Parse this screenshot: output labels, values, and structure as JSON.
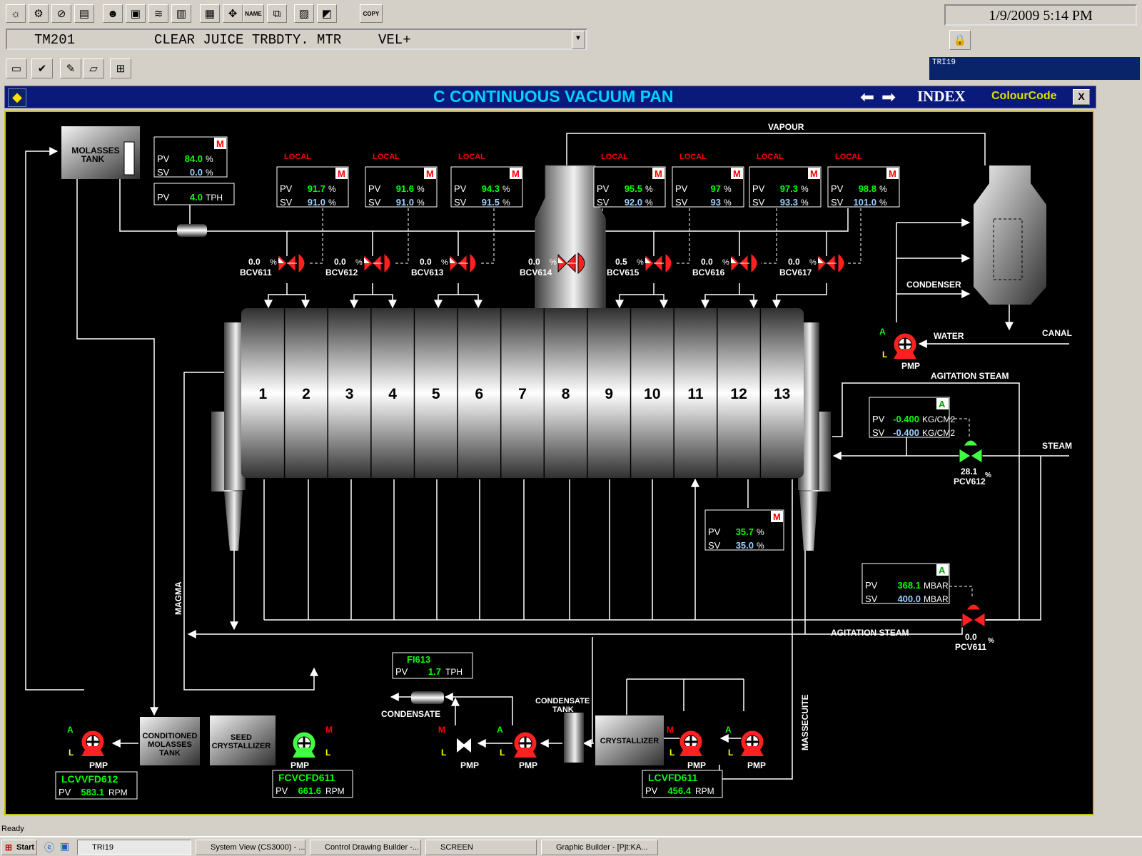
{
  "toolbar": {
    "copy_label": "COPY",
    "name_label": "NAME"
  },
  "tagbar": {
    "tag": "TM201",
    "description": "CLEAR JUICE TRBDTY. MTR",
    "suffix": "VEL+"
  },
  "clock": "1/9/2009 5:14 PM",
  "network_tab": "TRI19",
  "titlebar": {
    "title": "C CONTINUOUS VACUUM PAN",
    "index": "INDEX",
    "colour_code": "ColourCode",
    "close": "X"
  },
  "labels": {
    "vapour": "VAPOUR",
    "condenser": "CONDENSER",
    "water": "WATER",
    "canal": "CANAL",
    "agitation_steam_top": "AGITATION STEAM",
    "agitation_steam_bottom": "AGITATION STEAM",
    "steam": "STEAM",
    "magma": "MAGMA",
    "massecuite": "MASSECUITE",
    "condensate": "CONDENSATE",
    "condensate_tank_1": "CONDENSATE",
    "condensate_tank_2": "TANK",
    "molasses_tank_1": "MOLASSES",
    "molasses_tank_2": "TANK",
    "cond_molasses_1": "CONDITIONED",
    "cond_molasses_2": "MOLASSES",
    "cond_molasses_3": "TANK",
    "seed_cryst_1": "SEED",
    "seed_cryst_2": "CRYSTALLIZER",
    "crystallizer": "CRYSTALLIZER",
    "pmp": "PMP",
    "local": "LOCAL",
    "pv": "PV",
    "sv": "SV",
    "mode_m": "M",
    "mode_a": "A",
    "pct": "%",
    "mode_l": "L"
  },
  "sections": [
    "1",
    "2",
    "3",
    "4",
    "5",
    "6",
    "7",
    "8",
    "9",
    "10",
    "11",
    "12",
    "13"
  ],
  "molasses_face": {
    "pv": "84.0",
    "sv": "0.0",
    "unit": "%",
    "mode": "M"
  },
  "molasses_flow": {
    "pv": "4.0",
    "unit": "TPH"
  },
  "bcv_faceplates": [
    {
      "pv": "91.7",
      "sv": "91.0",
      "unit": "%",
      "mode": "M",
      "local": "LOCAL"
    },
    {
      "pv": "91.6",
      "sv": "91.0",
      "unit": "%",
      "mode": "M",
      "local": "LOCAL"
    },
    {
      "pv": "94.3",
      "sv": "91.5",
      "unit": "%",
      "mode": "M",
      "local": "LOCAL"
    },
    {
      "pv": "95.5",
      "sv": "92.0",
      "unit": "%",
      "mode": "M",
      "local": "LOCAL"
    },
    {
      "pv": "97",
      "sv": "93",
      "unit": "%",
      "mode": "M",
      "local": "LOCAL"
    },
    {
      "pv": "97.3",
      "sv": "93.3",
      "unit": "%",
      "mode": "M",
      "local": "LOCAL"
    },
    {
      "pv": "98.8",
      "sv": "101.0",
      "unit": "%",
      "mode": "M",
      "local": "LOCAL"
    }
  ],
  "bcv_valves": [
    {
      "tag": "BCV611",
      "value": "0.0"
    },
    {
      "tag": "BCV612",
      "value": "0.0"
    },
    {
      "tag": "BCV613",
      "value": "0.0"
    },
    {
      "tag": "BCV614",
      "value": "0.0"
    },
    {
      "tag": "BCV615",
      "value": "0.5"
    },
    {
      "tag": "BCV616",
      "value": "0.0"
    },
    {
      "tag": "BCV617",
      "value": "0.0"
    }
  ],
  "pressure_face": {
    "pv": "-0.400",
    "sv": "-0.400",
    "unit": "KG/CM2",
    "mode": "A"
  },
  "pcv612": {
    "tag": "PCV612",
    "value": "28.1"
  },
  "level_face": {
    "pv": "35.7",
    "sv": "35.0",
    "unit": "%",
    "mode": "M"
  },
  "vacuum_face": {
    "pv": "368.1",
    "sv": "400.0",
    "unit": "MBAR",
    "mode": "A"
  },
  "pcv611": {
    "tag": "PCV611",
    "value": "0.0"
  },
  "fi613": {
    "tag": "FI613",
    "pv": "1.7",
    "unit": "TPH"
  },
  "lcvvfd612": {
    "tag": "LCVVFD612",
    "pv": "583.1",
    "unit": "RPM"
  },
  "fcvcfd611": {
    "tag": "FCVCFD611",
    "pv": "661.6",
    "unit": "RPM"
  },
  "lcvfd611": {
    "tag": "LCVFD611",
    "pv": "456.4",
    "unit": "RPM"
  },
  "status": "Ready",
  "taskbar": {
    "start": "Start",
    "tasks": [
      "TRI19",
      "System View (CS3000) - ...",
      "Control Drawing Builder -...",
      "SCREEN",
      "Graphic Builder - [Pjt:KA..."
    ]
  },
  "colors": {
    "pv_green": "#00ff00",
    "sv_blue": "#9ad0ff",
    "alarm_red": "#ff0000",
    "title_cyan": "#00d0ff",
    "colourcode_yellow": "#e0e000"
  }
}
